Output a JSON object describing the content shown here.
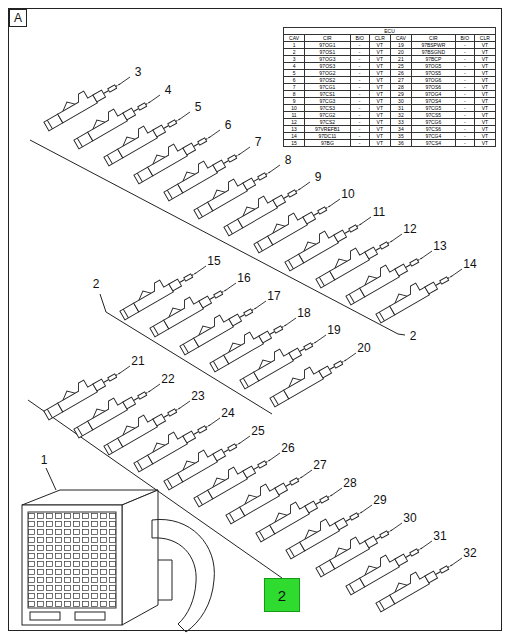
{
  "diagram": {
    "nodes": [
      {
        "text": [
          "A"
        ]
      },
      {
        "text": [
          "2"
        ]
      }
    ],
    "labels": [
      "ECU",
      "CAV",
      "CIR",
      "B/O",
      "CLR",
      "CAV",
      "CIR",
      "B/O",
      "CLR",
      "1",
      "97OG1",
      "-",
      "VT",
      "19",
      "97BSPWR",
      "-",
      "VT",
      "2",
      "97OS1",
      "-",
      "VT",
      "20",
      "97BSGND",
      "-",
      "VT",
      "3",
      "97OG3",
      "-",
      "VT",
      "21",
      "97BCP",
      "-",
      "VT",
      "4",
      "97OS3",
      "-",
      "VT",
      "25",
      "97OG5",
      "-",
      "VT",
      "5",
      "97OG2",
      "-",
      "VT",
      "26",
      "97OS5",
      "-",
      "VT",
      "6",
      "97OS2",
      "-",
      "VT",
      "27",
      "97OG6",
      "-",
      "VT",
      "7",
      "97CG1",
      "-",
      "VT",
      "28",
      "97OS6",
      "-",
      "VT",
      "8",
      "97CS1",
      "-",
      "VT",
      "29",
      "97OG4",
      "-",
      "VT",
      "9",
      "97CG3",
      "-",
      "VT",
      "30",
      "97OS4",
      "-",
      "VT",
      "10",
      "97CS3",
      "-",
      "VT",
      "31",
      "97CG5",
      "-",
      "VT",
      "11",
      "97CG2",
      "-",
      "VT",
      "32",
      "97CS5",
      "-",
      "VT",
      "12",
      "97CS2",
      "-",
      "VT",
      "33",
      "97CG6",
      "-",
      "VT",
      "13",
      "97VREFB1",
      "-",
      "VT",
      "34",
      "97CS6",
      "-",
      "VT",
      "14",
      "97DC11",
      "-",
      "VT",
      "35",
      "97CG4",
      "-",
      "VT",
      "15",
      "97BG",
      "-",
      "VT",
      "36",
      "97CS4",
      "-",
      "VT",
      "3",
      "4",
      "5",
      "6",
      "7",
      "8",
      "9",
      "10",
      "11",
      "12",
      "13",
      "14",
      "2",
      "2",
      "15",
      "16",
      "17",
      "18",
      "19",
      "20",
      "21",
      "22",
      "23",
      "24",
      "25",
      "26",
      "27",
      "28",
      "29",
      "30",
      "31",
      "32",
      "1"
    ]
  }
}
